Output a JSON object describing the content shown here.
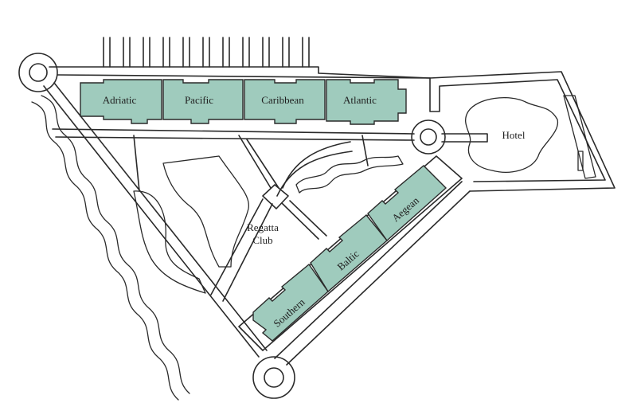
{
  "map": {
    "colors": {
      "building_fill": "#9fcbbd",
      "line": "#2a2a2a",
      "background": "#ffffff"
    },
    "buildings": [
      {
        "id": "adriatic",
        "label": "Adriatic"
      },
      {
        "id": "pacific",
        "label": "Pacific"
      },
      {
        "id": "caribbean",
        "label": "Caribbean"
      },
      {
        "id": "atlantic",
        "label": "Atlantic"
      },
      {
        "id": "aegean",
        "label": "Aegean"
      },
      {
        "id": "baltic",
        "label": "Baltic"
      },
      {
        "id": "southern",
        "label": "Southern"
      }
    ],
    "places": {
      "hotel": "Hotel",
      "regatta_line1": "Regatta",
      "regatta_line2": "Club"
    }
  }
}
